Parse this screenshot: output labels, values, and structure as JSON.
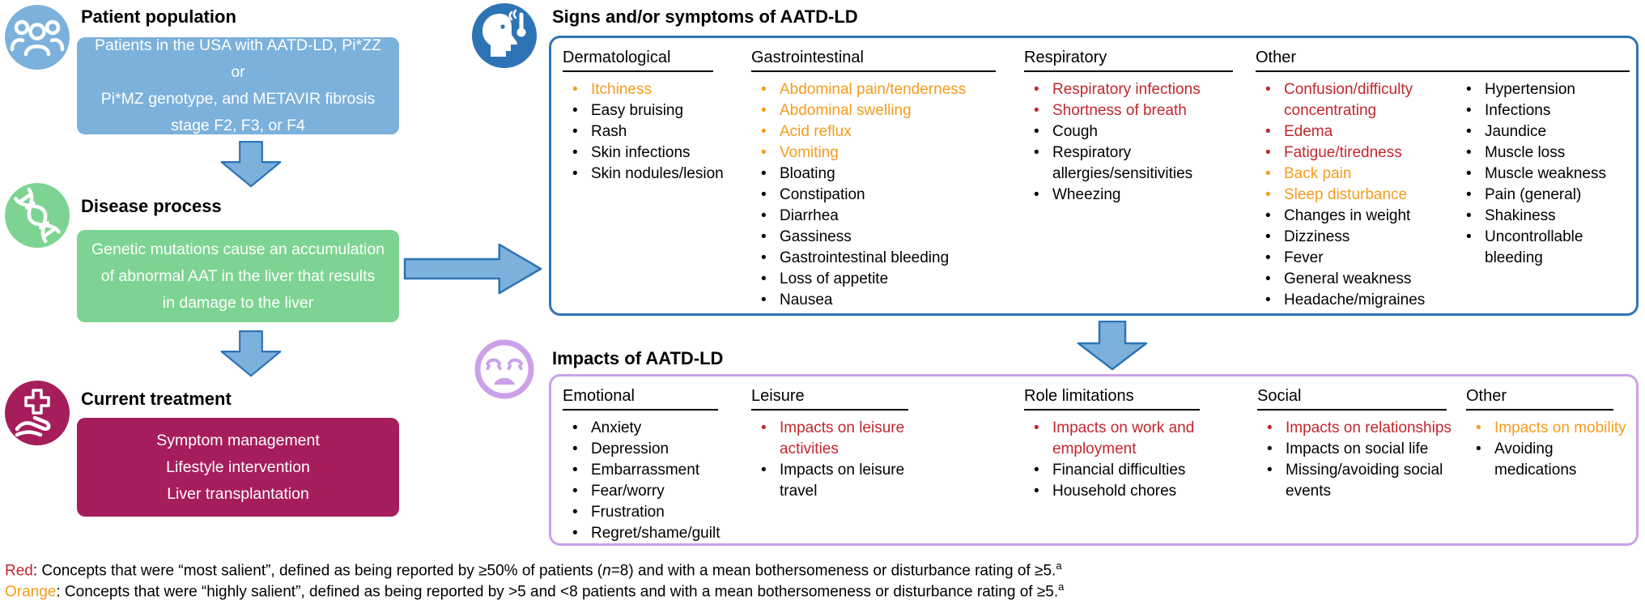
{
  "colors": {
    "blue": "#7CB1DC",
    "blue-dark": "#2E74B5",
    "green": "#7DD492",
    "magenta": "#A61D5C",
    "lilac": "#CBA1E9",
    "red": "#C1272D",
    "orange": "#F59C1C"
  },
  "flow": {
    "patient": {
      "title": "Patient population",
      "lines": [
        "Patients in the USA with AATD-LD, Pi*ZZ or",
        "Pi*MZ genotype, and METAVIR fibrosis",
        "stage F2, F3, or F4"
      ]
    },
    "disease": {
      "title": "Disease process",
      "lines": [
        "Genetic mutations cause an accumulation",
        "of abnormal AAT in the liver that results",
        "in damage to the liver"
      ]
    },
    "treatment": {
      "title": "Current treatment",
      "lines": [
        "Symptom management",
        "Lifestyle intervention",
        "Liver transplantation"
      ]
    }
  },
  "signs": {
    "title": "Signs and/or symptoms of AATD-LD",
    "columns": [
      {
        "header": "Dermatological",
        "items": [
          {
            "text": "Itchiness",
            "level": "orange"
          },
          {
            "text": "Easy bruising"
          },
          {
            "text": "Rash"
          },
          {
            "text": "Skin infections"
          },
          {
            "text": "Skin nodules/lesion"
          }
        ]
      },
      {
        "header": "Gastrointestinal",
        "items": [
          {
            "text": "Abdominal pain/tenderness",
            "level": "orange"
          },
          {
            "text": "Abdominal swelling",
            "level": "orange"
          },
          {
            "text": "Acid reflux",
            "level": "orange"
          },
          {
            "text": "Vomiting",
            "level": "orange"
          },
          {
            "text": "Bloating"
          },
          {
            "text": "Constipation"
          },
          {
            "text": "Diarrhea"
          },
          {
            "text": "Gassiness"
          },
          {
            "text": "Gastrointestinal bleeding"
          },
          {
            "text": "Loss of appetite"
          },
          {
            "text": "Nausea"
          }
        ]
      },
      {
        "header": "Respiratory",
        "items": [
          {
            "text": "Respiratory infections",
            "level": "red"
          },
          {
            "text": "Shortness of breath",
            "level": "red"
          },
          {
            "text": "Cough"
          },
          {
            "text": "Respiratory allergies/sensitivities"
          },
          {
            "text": "Wheezing"
          }
        ]
      },
      {
        "header": "Other",
        "items": [
          {
            "text": "Confusion/difficulty concentrating",
            "level": "red"
          },
          {
            "text": "Edema",
            "level": "red"
          },
          {
            "text": "Fatigue/tiredness",
            "level": "red"
          },
          {
            "text": "Back pain",
            "level": "orange"
          },
          {
            "text": "Sleep disturbance",
            "level": "orange"
          },
          {
            "text": "Changes in weight"
          },
          {
            "text": "Dizziness"
          },
          {
            "text": "Fever"
          },
          {
            "text": "General weakness"
          },
          {
            "text": "Headache/migraines"
          }
        ],
        "items2": [
          {
            "text": "Hypertension"
          },
          {
            "text": "Infections"
          },
          {
            "text": "Jaundice"
          },
          {
            "text": "Muscle loss"
          },
          {
            "text": "Muscle weakness"
          },
          {
            "text": "Pain (general)"
          },
          {
            "text": "Shakiness"
          },
          {
            "text": "Uncontrollable bleeding"
          }
        ]
      }
    ]
  },
  "impacts": {
    "title": "Impacts of AATD-LD",
    "columns": [
      {
        "header": "Emotional",
        "items": [
          {
            "text": "Anxiety"
          },
          {
            "text": "Depression"
          },
          {
            "text": "Embarrassment"
          },
          {
            "text": "Fear/worry"
          },
          {
            "text": "Frustration"
          },
          {
            "text": "Regret/shame/guilt"
          }
        ]
      },
      {
        "header": "Leisure",
        "items": [
          {
            "text": "Impacts on leisure activities",
            "level": "red"
          },
          {
            "text": "Impacts on leisure travel"
          }
        ]
      },
      {
        "header": "Role limitations",
        "items": [
          {
            "text": "Impacts on work and employment",
            "level": "red"
          },
          {
            "text": "Financial difficulties"
          },
          {
            "text": "Household chores"
          }
        ]
      },
      {
        "header": "Social",
        "items": [
          {
            "text": "Impacts on relationships",
            "level": "red"
          },
          {
            "text": "Impacts on social life"
          },
          {
            "text": "Missing/avoiding social events"
          }
        ]
      },
      {
        "header": "Other",
        "items": [
          {
            "text": "Impacts on mobility",
            "level": "orange"
          },
          {
            "text": "Avoiding medications"
          }
        ]
      }
    ]
  },
  "footnotes": {
    "line1": [
      {
        "text": "Red",
        "color": "red"
      },
      {
        "text": ": Concepts that were “most salient”, defined as being reported by ≥50% of patients ("
      },
      {
        "text": "n",
        "italic": true
      },
      {
        "text": "=8) and with a mean bothersomeness or disturbance rating of ≥5."
      },
      {
        "text": "a",
        "sup": true
      }
    ],
    "line2": [
      {
        "text": "Orange",
        "color": "orange"
      },
      {
        "text": ": Concepts that were “highly salient”, defined as being reported by >5 and <8 patients and with a mean bothersomeness or disturbance rating of ≥5."
      },
      {
        "text": "a",
        "sup": true
      }
    ]
  }
}
